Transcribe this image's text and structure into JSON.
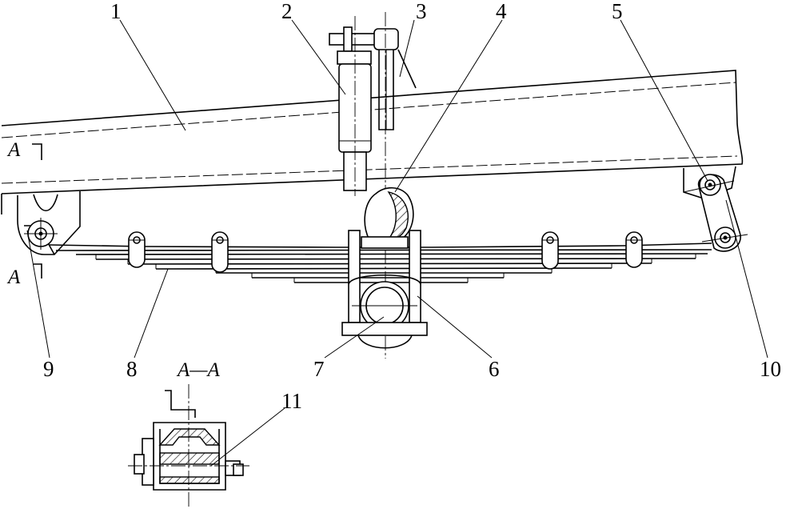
{
  "callouts": {
    "c1": "1",
    "c2": "2",
    "c3": "3",
    "c4": "4",
    "c5": "5",
    "c6": "6",
    "c7": "7",
    "c8": "8",
    "c9": "9",
    "c10": "10",
    "c11": "11"
  },
  "section": {
    "marker_top": "A",
    "marker_bottom": "A",
    "title": "A—A"
  }
}
